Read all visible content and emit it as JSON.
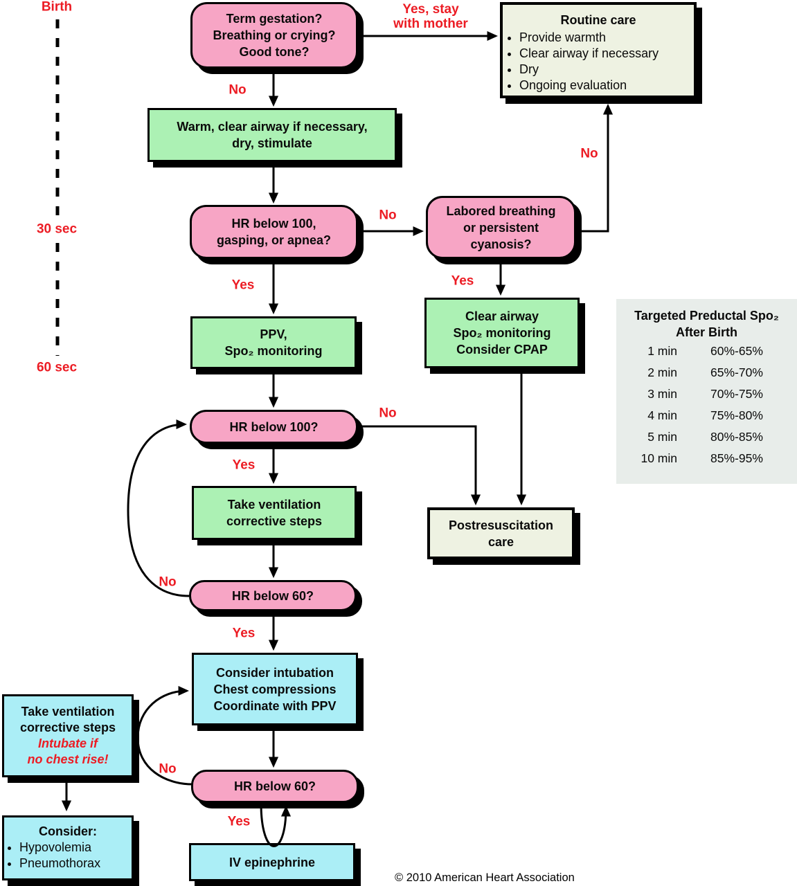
{
  "figure": {
    "timeline": {
      "birth": "Birth",
      "sec30": "30 sec",
      "sec60": "60 sec"
    },
    "labels": {
      "term_yes": "Yes, stay\nwith mother",
      "term_no": "No",
      "gasp_no": "No",
      "gasp_yes": "Yes",
      "labored_no": "No",
      "labored_yes": "Yes",
      "hr100_no": "No",
      "hr100_yes": "Yes",
      "hr60a_no": "No",
      "hr60a_yes": "Yes",
      "hr60b_no": "No",
      "hr60b_yes": "Yes"
    },
    "nodes": {
      "term": {
        "lines": [
          "Term gestation?",
          "Breathing or crying?",
          "Good tone?"
        ]
      },
      "routine": {
        "title": "Routine care",
        "bullets": [
          "Provide warmth",
          "Clear airway if necessary",
          "Dry",
          "Ongoing evaluation"
        ]
      },
      "warm": {
        "lines": [
          "Warm, clear airway if necessary,",
          "dry, stimulate"
        ]
      },
      "gasp": {
        "lines": [
          "HR below 100,",
          "gasping, or apnea?"
        ]
      },
      "labored": {
        "lines": [
          "Labored breathing",
          "or persistent",
          "cyanosis?"
        ]
      },
      "ppv": {
        "lines": [
          "PPV,",
          "Spo₂ monitoring"
        ]
      },
      "clear_airway": {
        "lines": [
          "Clear airway",
          "Spo₂ monitoring",
          "Consider CPAP"
        ]
      },
      "hr100": {
        "lines": [
          "HR below 100?"
        ]
      },
      "take_vent": {
        "lines": [
          "Take ventilation",
          "corrective steps"
        ]
      },
      "postres": {
        "lines": [
          "Postresuscitation",
          "care"
        ]
      },
      "hr60a": {
        "lines": [
          "HR below 60?"
        ]
      },
      "consider_intubation": {
        "lines": [
          "Consider intubation",
          "Chest compressions",
          "Coordinate with PPV"
        ]
      },
      "hr60b": {
        "lines": [
          "HR below 60?"
        ]
      },
      "iv_epi": {
        "lines": [
          "IV epinephrine"
        ]
      },
      "vent_corrective": {
        "lines": [
          "Take ventilation",
          "corrective steps"
        ],
        "red_lines": [
          "Intubate if",
          "no chest rise!"
        ]
      },
      "consider_causes": {
        "title": "Consider:",
        "bullets": [
          "Hypovolemia",
          "Pneumothorax"
        ]
      }
    },
    "spo2_table": {
      "title_line1": "Targeted Preductal Spo₂",
      "title_line2": "After Birth",
      "rows": [
        {
          "time": "1 min",
          "range": "60%-65%"
        },
        {
          "time": "2 min",
          "range": "65%-70%"
        },
        {
          "time": "3 min",
          "range": "70%-75%"
        },
        {
          "time": "4 min",
          "range": "75%-80%"
        },
        {
          "time": "5 min",
          "range": "80%-85%"
        },
        {
          "time": "10 min",
          "range": "85%-95%"
        }
      ]
    },
    "copyright": "© 2010 American Heart Association",
    "colors": {
      "pink": "#F7A5C5",
      "green": "#ACF1B4",
      "cyan": "#ABEEF6",
      "cream": "#EEF2E2",
      "table_bg": "#E8EDEA",
      "red": "#EC1C24"
    }
  }
}
